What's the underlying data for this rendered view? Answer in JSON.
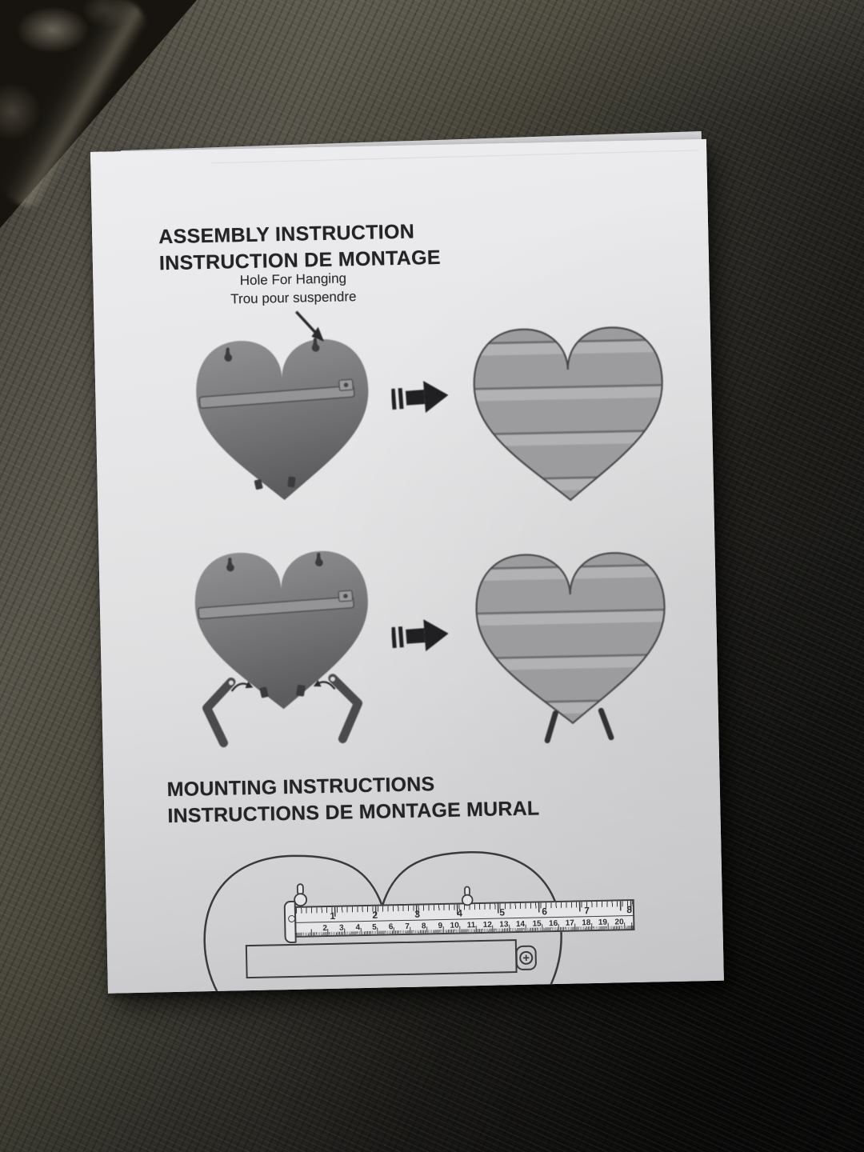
{
  "sheet": {
    "assembly_title": {
      "line1": "ASSEMBLY INSTRUCTION",
      "line2": "INSTRUCTION DE MONTAGE"
    },
    "hanging_note": {
      "line1": "Hole For Hanging",
      "line2": "Trou pour suspendre"
    },
    "mounting_title": {
      "line1": "MOUNTING INSTRUCTIONS",
      "line2": "INSTRUCTIONS DE MONTAGE MURAL"
    },
    "ruler": {
      "inch_labels": [
        "1",
        "2",
        "3",
        "4",
        "5",
        "6",
        "7",
        "8"
      ],
      "cm_labels": [
        "2",
        "3",
        "4",
        "5",
        "6",
        "7",
        "8",
        "9",
        "10",
        "11",
        "12",
        "13",
        "14",
        "15",
        "16",
        "17",
        "18",
        "19",
        "20"
      ]
    },
    "colors": {
      "paper": "#e7e7e9",
      "ink": "#242427",
      "heart_back_light": "#8f8f91",
      "heart_back_dark": "#5e5e61",
      "heart_front_base": "#9c9c9e",
      "heart_front_highlight": "#b2b2b4",
      "outline": "#3a3a3d",
      "fabric_light": "#57544a",
      "fabric_dark": "#141412"
    }
  }
}
